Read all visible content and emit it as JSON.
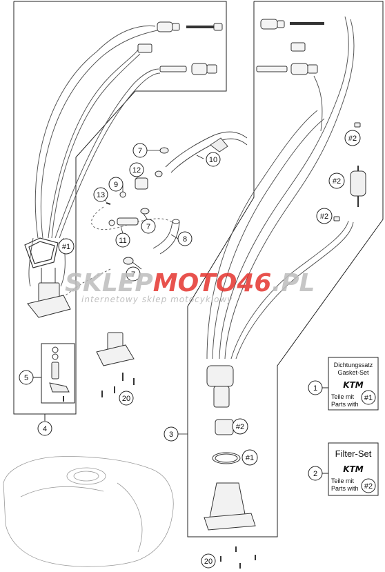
{
  "watermark": {
    "brand_left": "SKLEP",
    "brand_mid": "MOTO",
    "brand_num": "46",
    "brand_tld": ".PL",
    "tagline": "internetowy sklep motocyklowy",
    "colors": {
      "gray": "#bdbdbd",
      "red": "#e5342f"
    }
  },
  "callouts": [
    {
      "id": "c1",
      "label": "1"
    },
    {
      "id": "c2",
      "label": "2"
    },
    {
      "id": "c3",
      "label": "3"
    },
    {
      "id": "c4",
      "label": "4"
    },
    {
      "id": "c5",
      "label": "5"
    },
    {
      "id": "c7a",
      "label": "7"
    },
    {
      "id": "c7b",
      "label": "7"
    },
    {
      "id": "c7c",
      "label": "7"
    },
    {
      "id": "c8",
      "label": "8"
    },
    {
      "id": "c9",
      "label": "9"
    },
    {
      "id": "c10",
      "label": "10"
    },
    {
      "id": "c11",
      "label": "11"
    },
    {
      "id": "c12",
      "label": "12"
    },
    {
      "id": "c13",
      "label": "13"
    },
    {
      "id": "c20a",
      "label": "20"
    },
    {
      "id": "c20b",
      "label": "20"
    }
  ],
  "kit_refs": [
    {
      "id": "r1a",
      "label": "#1"
    },
    {
      "id": "r1b",
      "label": "#1"
    },
    {
      "id": "r1c",
      "label": "#1"
    },
    {
      "id": "r2a",
      "label": "#2"
    },
    {
      "id": "r2b",
      "label": "#2"
    },
    {
      "id": "r2c",
      "label": "#2"
    },
    {
      "id": "r2d",
      "label": "#2"
    },
    {
      "id": "r2e",
      "label": "#2"
    }
  ],
  "kit1": {
    "title_de": "Dichtungssatz",
    "title_en": "Gasket-Set",
    "logo": "KTM",
    "line1": "Teile mit",
    "line2": "Parts with",
    "ref": "#1"
  },
  "kit2": {
    "title": "Filter-Set",
    "logo": "KTM",
    "line1": "Teile mit",
    "line2": "Parts with",
    "ref": "#2"
  }
}
